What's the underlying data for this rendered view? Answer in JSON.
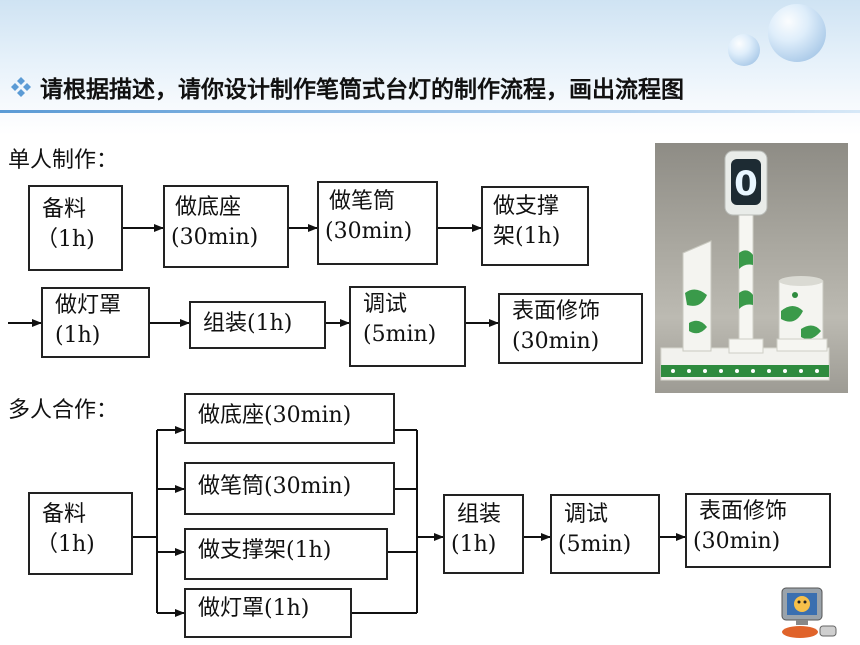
{
  "title": "请根据描述，请你设计制作笔筒式台灯的制作流程，画出流程图",
  "single": {
    "label": "单人制作：",
    "steps": [
      {
        "l1": "备料",
        "l2": "（1h)"
      },
      {
        "l1": "做底座",
        "l2": "(30min)"
      },
      {
        "l1": "做笔筒",
        "l2": "(30min)"
      },
      {
        "l1": "做支撑",
        "l2": "架(1h)"
      },
      {
        "l1": "做灯罩",
        "l2": "(1h)"
      },
      {
        "l1": "组装(1h)",
        "l2": ""
      },
      {
        "l1": "调试",
        "l2": "(5min)"
      },
      {
        "l1": "表面修饰",
        "l2": "(30min)"
      }
    ]
  },
  "multi": {
    "label": "多人合作：",
    "start": {
      "l1": "备料",
      "l2": "（1h)"
    },
    "parallel": [
      {
        "l1": "做底座(30min)"
      },
      {
        "l1": "做笔筒(30min)"
      },
      {
        "l1": "做支撑架(1h)"
      },
      {
        "l1": "做灯罩(1h)"
      }
    ],
    "after": [
      {
        "l1": "组装",
        "l2": "(1h)"
      },
      {
        "l1": "调试",
        "l2": "(5min)"
      },
      {
        "l1": "表面修饰",
        "l2": "(30min)"
      }
    ]
  },
  "lamp_digit": "0"
}
